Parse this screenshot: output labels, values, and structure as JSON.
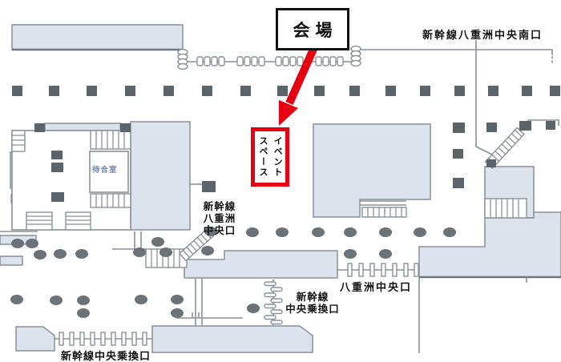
{
  "callout": {
    "venue_label": "会場"
  },
  "event_space": {
    "label": "イベント\nスペース"
  },
  "exits": {
    "shinkansen_yaesu_central_south": "新幹線八重洲中央南口",
    "shinkansen_yaesu_central": "新幹線\n八重洲\n中央口",
    "yaesu_central": "八重洲中央口",
    "shinkansen_central_transfer": "新幹線\n中央乗換口",
    "shinkansen_central_transfer_bottom": "新幹線中央乗換口"
  },
  "rooms": {
    "waiting_room": "待合室"
  },
  "colors": {
    "building_fill": "#dce3ec",
    "outline": "#8a9198",
    "outline_dark": "#6e767d",
    "pillar": "#5c646b",
    "pillar_round": "#6b7379",
    "accent_red": "#e60012",
    "label_text": "#111111",
    "waiting_text": "#7189ac"
  }
}
